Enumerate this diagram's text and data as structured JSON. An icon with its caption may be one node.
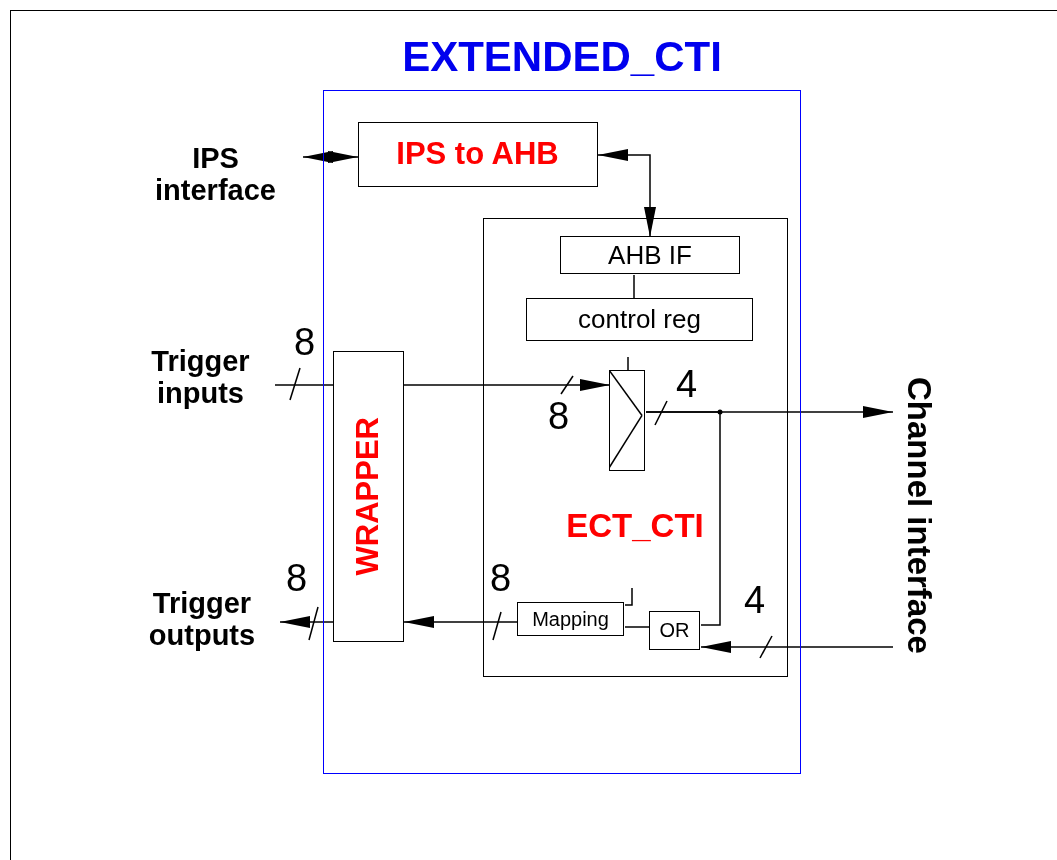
{
  "diagram": {
    "nodes": [
      {
        "text": [
          "EXTENDED_CTI"
        ]
      },
      {
        "text": [
          "IPS interface"
        ]
      },
      {
        "text": [
          "IPS to AHB"
        ],
        "in": 0
      },
      {
        "text": [
          "ECT_CTI"
        ],
        "in": 0
      },
      {
        "text": [
          "AHB IF"
        ],
        "in": 3
      },
      {
        "text": [
          "control reg"
        ],
        "in": 3
      },
      {
        "text": [],
        "shape": "box",
        "in": 3
      },
      {
        "text": [
          "Mapping"
        ],
        "in": 3
      },
      {
        "text": [
          "OR"
        ],
        "in": 3
      },
      {
        "text": [
          "WRAPPER"
        ],
        "in": 0
      },
      {
        "text": [
          "Trigger inputs"
        ]
      },
      {
        "text": [
          "Trigger outputs"
        ]
      },
      {
        "text": [
          "Channel interface"
        ]
      }
    ],
    "edges": [
      {
        "from": 1,
        "to": 2,
        "arrow": "both"
      },
      {
        "from": 2,
        "to": 4,
        "arrow": "both"
      },
      {
        "from": 4,
        "to": 5,
        "arrow": "none"
      },
      {
        "from": 10,
        "to": 9,
        "arrow": "none",
        "label": "8"
      },
      {
        "from": 9,
        "to": 6,
        "arrow": "to",
        "label": "8"
      },
      {
        "from": 6,
        "to": 12,
        "arrow": "to",
        "label": "4"
      },
      {
        "from": 6,
        "to": 8,
        "arrow": "none"
      },
      {
        "from": 12,
        "to": 8,
        "arrow": "to",
        "label": "4"
      },
      {
        "from": 8,
        "to": 7,
        "arrow": "none"
      },
      {
        "from": 7,
        "to": 9,
        "arrow": "to",
        "label": "8"
      },
      {
        "from": 9,
        "to": 11,
        "arrow": "to",
        "label": "8"
      }
    ]
  }
}
